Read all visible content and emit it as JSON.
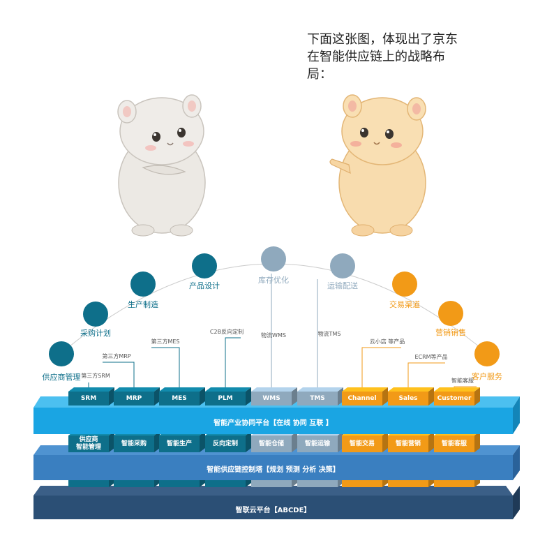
{
  "caption": "下面这张图，体现出了京东在智能供应链上的战略布局：",
  "colors": {
    "teal": "#0e6f8a",
    "gray": "#8fa9bd",
    "orange": "#f29a17",
    "platform_top": "#1aa5e3",
    "platform_mid": "#3a7fc0",
    "platform_bottom": "#2b4f75"
  },
  "characters": [
    {
      "name": "hamster-left",
      "pose": "arms-crossed",
      "color": "white-gray"
    },
    {
      "name": "hamster-right",
      "pose": "pointing",
      "color": "orange-tan"
    }
  ],
  "nodes": [
    {
      "label": "供应商管理",
      "sub": "第三方SRM",
      "color": "teal"
    },
    {
      "label": "采购计划",
      "sub": "第三方MRP",
      "color": "teal"
    },
    {
      "label": "生产制造",
      "sub": "第三方MES",
      "color": "teal"
    },
    {
      "label": "产品设计",
      "sub": "C2B反向定制",
      "color": "teal"
    },
    {
      "label": "库存优化",
      "sub": "物流WMS",
      "color": "gray"
    },
    {
      "label": "运输配送",
      "sub": "物流TMS",
      "color": "gray"
    },
    {
      "label": "交易渠道",
      "sub": "云小店 等产品",
      "color": "orange"
    },
    {
      "label": "营销销售",
      "sub": "ECRM等产品",
      "color": "orange"
    },
    {
      "label": "客户服务",
      "sub": "智能客服",
      "color": "orange"
    }
  ],
  "top_blocks": [
    "SRM",
    "MRP",
    "MES",
    "PLM",
    "WMS",
    "TMS",
    "Channel",
    "Sales",
    "Customer"
  ],
  "mid_blocks": [
    "供应商\n智能管理",
    "智能采购",
    "智能生产",
    "反向定制",
    "智能仓储",
    "智能运输",
    "智能交易",
    "智能营销",
    "智能客服"
  ],
  "platforms": {
    "top": "智能产业协同平台【在线 协同 互联 】",
    "middle": "智能供应链控制塔【规划 预测 分析 决策】",
    "bottom": "智联云平台【ABCDE】"
  }
}
